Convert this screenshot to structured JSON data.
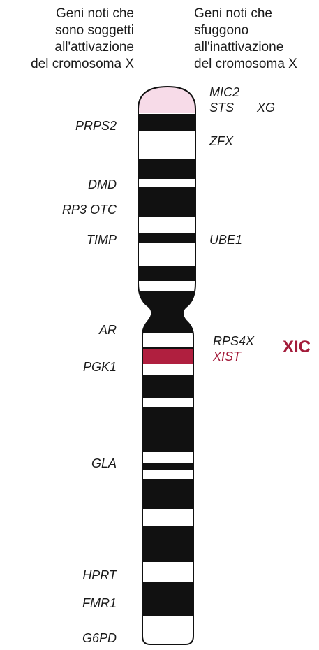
{
  "headings": {
    "left": "Geni noti che\nsono soggetti\nall'attivazione\ndel cromosoma X",
    "right": "Geni noti che\nsfuggono\nall'inattivazione\ndel cromosoma X"
  },
  "genes_left": [
    "PRPS2",
    "DMD",
    "RP3 OTC",
    "TIMP",
    "AR",
    "PGK1",
    "GLA",
    "HPRT",
    "FMR1",
    "G6PD"
  ],
  "genes_right": [
    "MIC2",
    "STS",
    "XG",
    "ZFX",
    "UBE1",
    "RPS4X",
    "XIST"
  ],
  "region_label": "XIC",
  "colors": {
    "band_dark": "#111111",
    "xic_red": "#b01f3f",
    "tip_pink": "#f7dbe8",
    "label_red": "#a31b3a"
  }
}
